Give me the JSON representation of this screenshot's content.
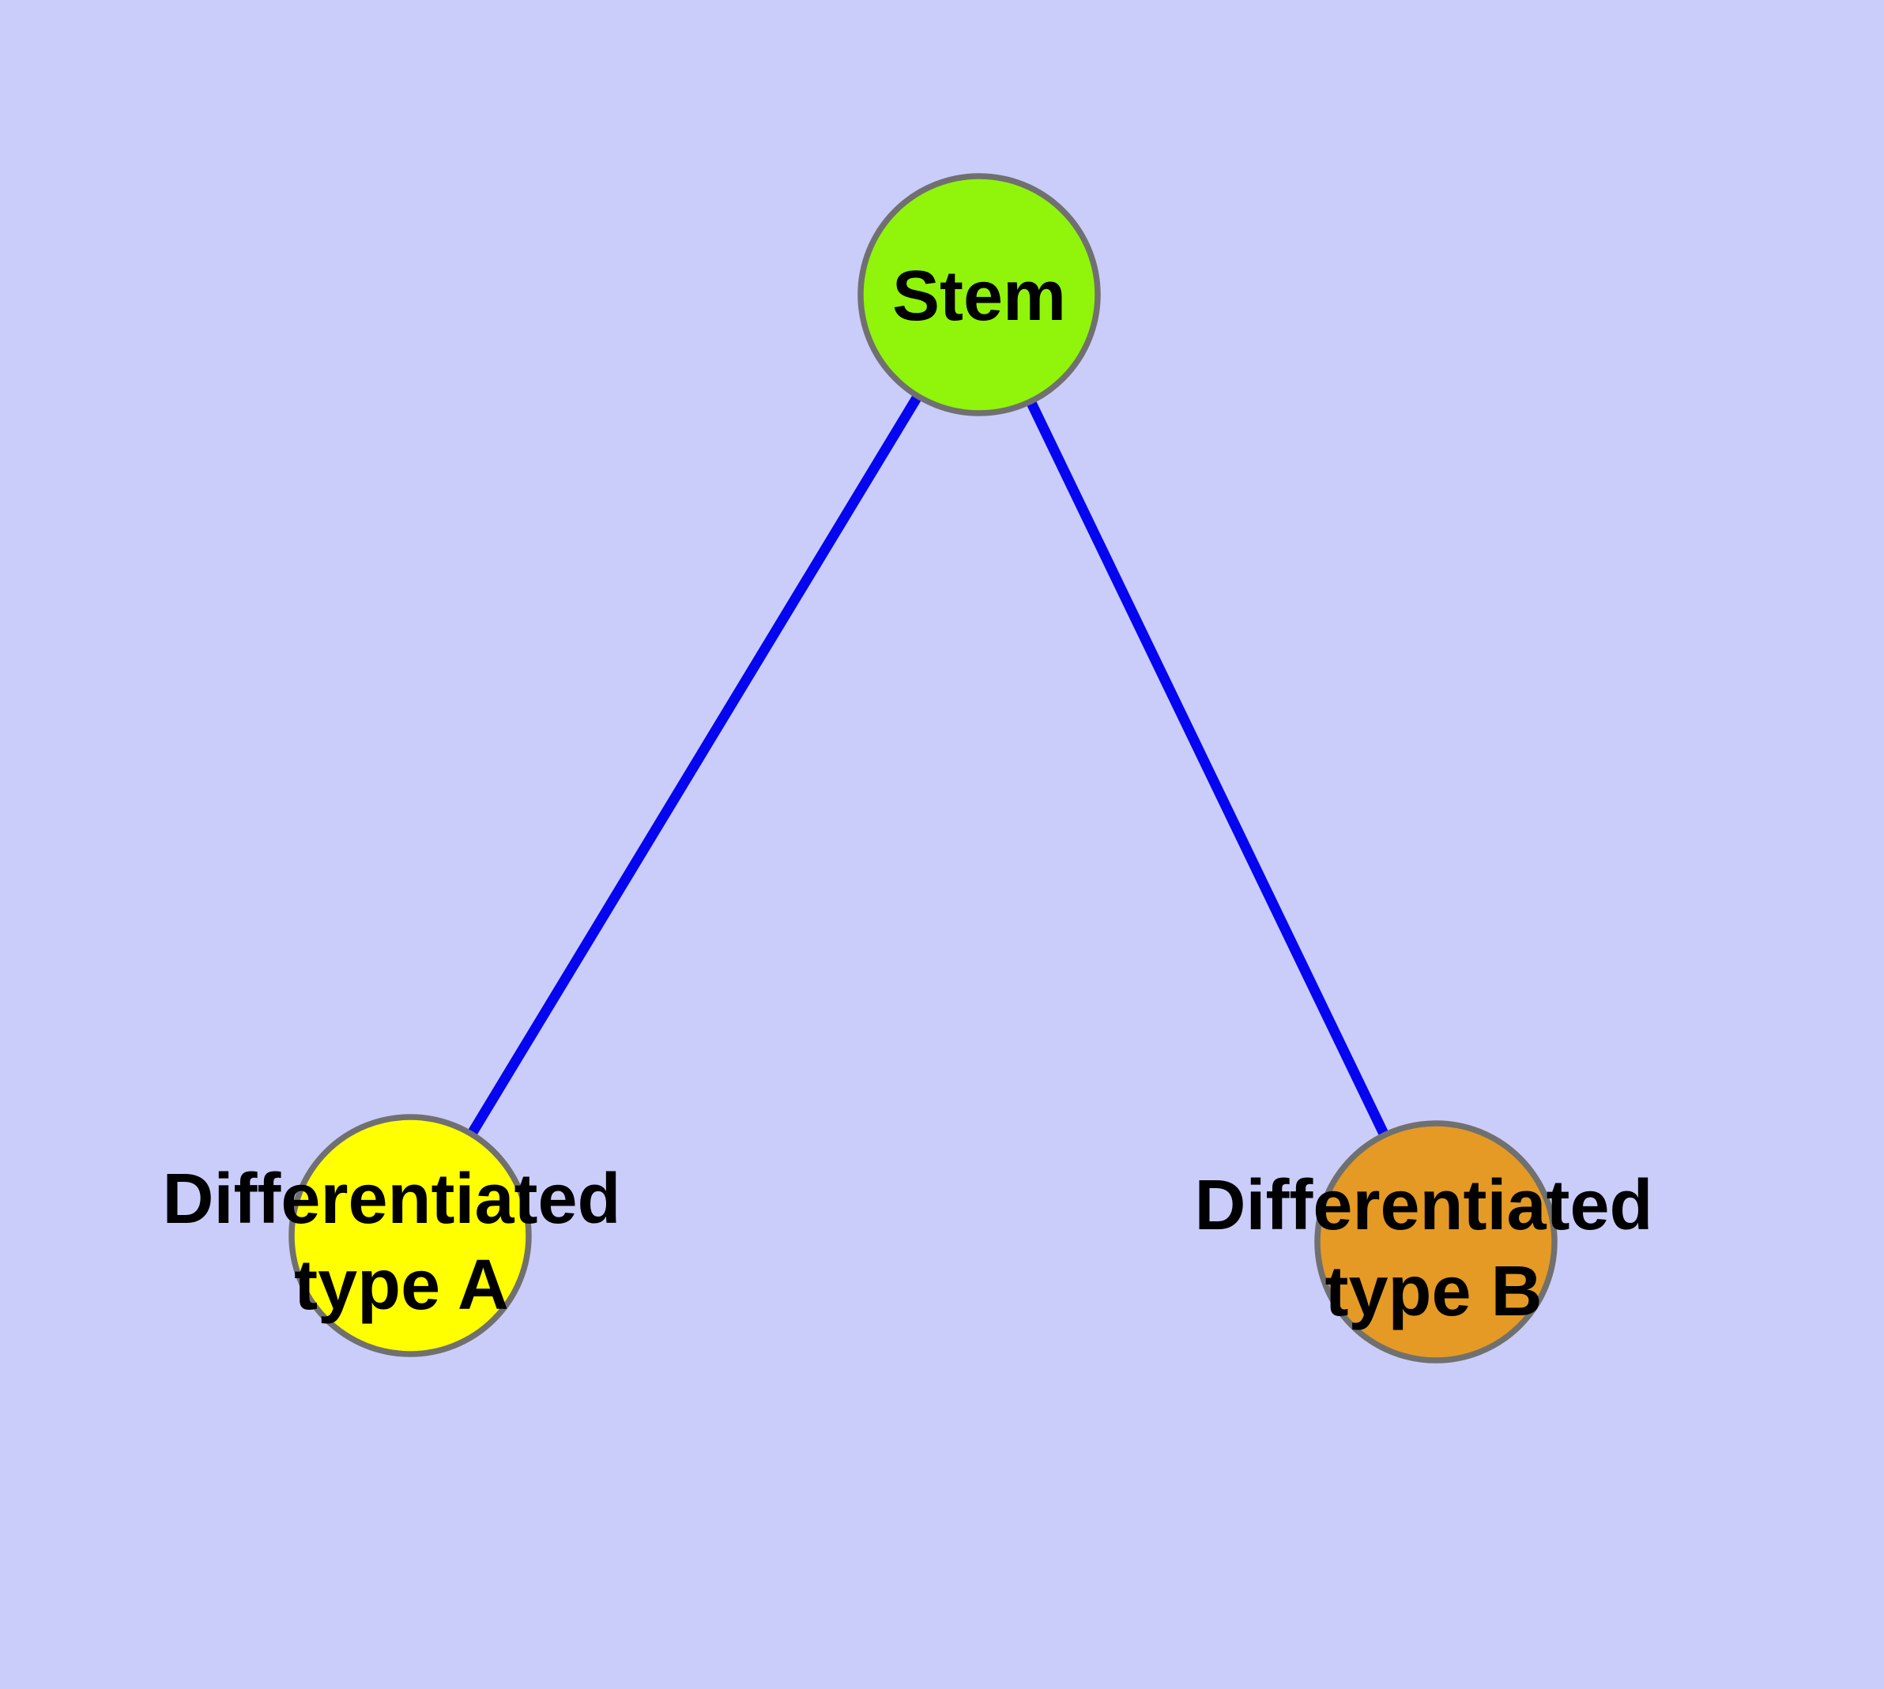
{
  "diagram": {
    "background_color": "#CACDF9",
    "edge_color": "#0505F0",
    "node_border_color": "#707070",
    "label_color": "#000000",
    "nodes": {
      "stem": {
        "label": "Stem",
        "fill": "#90F50A"
      },
      "type_a": {
        "label_line1": "Differentiated",
        "label_line2": "type A",
        "fill": "#FFFF00"
      },
      "type_b": {
        "label_line1": "Differentiated",
        "label_line2": "type B",
        "fill": "#E49A24"
      }
    },
    "edges": [
      {
        "from": "Stem",
        "to": "Differentiated type A"
      },
      {
        "from": "Stem",
        "to": "Differentiated type B"
      }
    ]
  }
}
